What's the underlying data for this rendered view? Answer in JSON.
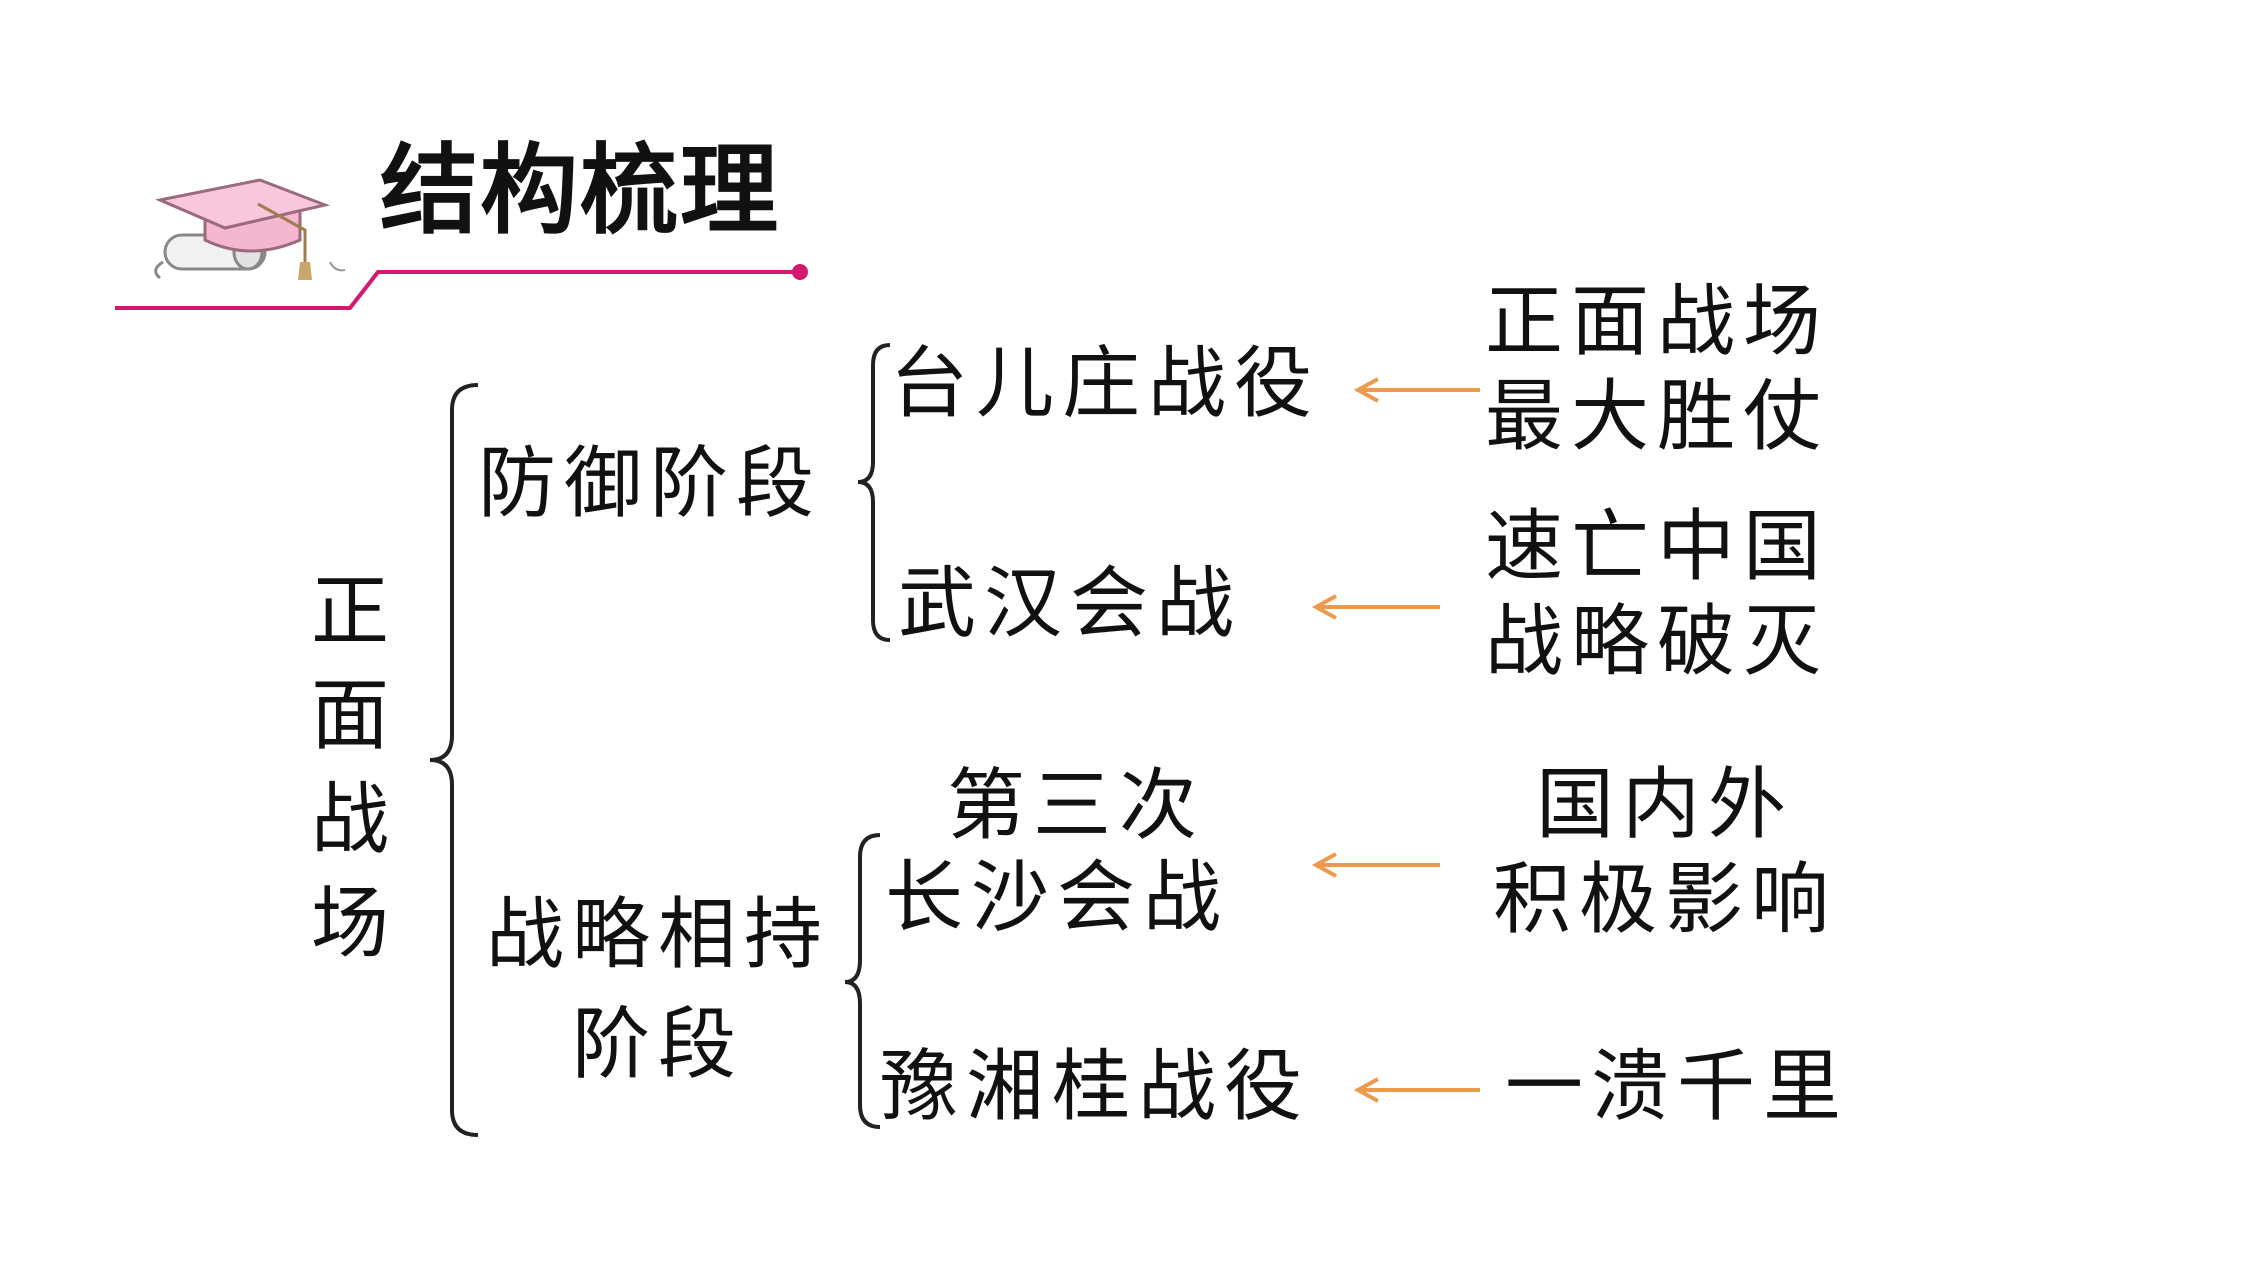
{
  "header": {
    "title": "结构梳理",
    "accent_color": "#d6176f",
    "icon": "graduation-cap-icon"
  },
  "root": {
    "chars": [
      "正",
      "面",
      "战",
      "场"
    ]
  },
  "stages": [
    {
      "lines": [
        "防御阶段"
      ],
      "battles": [
        {
          "lines": [
            "台儿庄战役"
          ],
          "significance": [
            "正面战场",
            "最大胜仗"
          ]
        },
        {
          "lines": [
            "武汉会战"
          ],
          "significance": [
            "速亡中国",
            "战略破灭"
          ]
        }
      ]
    },
    {
      "lines": [
        "战略相持",
        "阶段"
      ],
      "battles": [
        {
          "lines": [
            "第三次",
            "长沙会战"
          ],
          "significance": [
            "国内外",
            "积极影响"
          ]
        },
        {
          "lines": [
            "豫湘桂战役"
          ],
          "significance": [
            "一溃千里"
          ]
        }
      ]
    }
  ],
  "colors": {
    "arrow": "#ee9a4d",
    "brace": "#222222"
  }
}
